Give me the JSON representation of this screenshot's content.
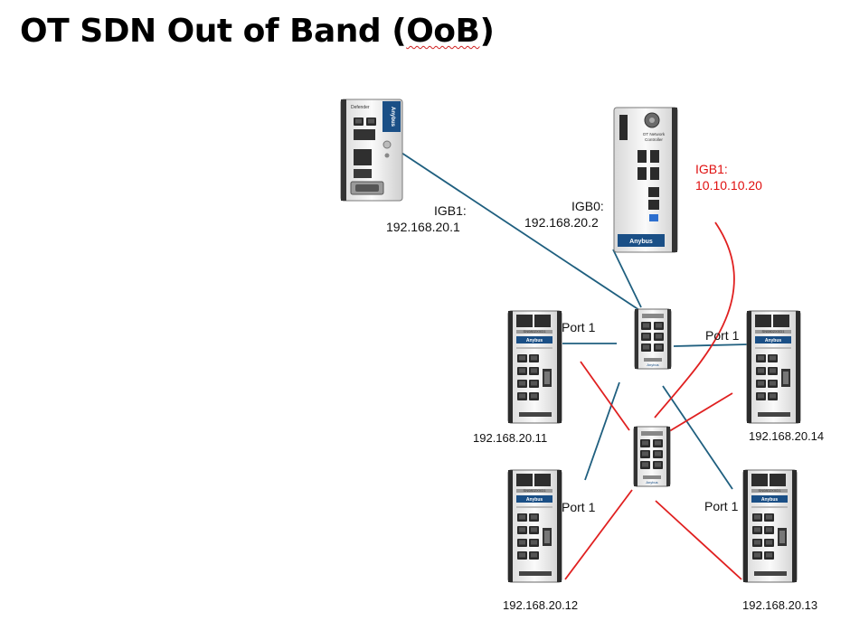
{
  "title": {
    "part1": "OT SDN Out of Band (",
    "part2": "OoB",
    "part3": ")"
  },
  "devices": {
    "defender": {
      "name_label": "Defender",
      "brand": "Anybus",
      "interface": "IGB1:",
      "ip": "192.168.20.1"
    },
    "controller": {
      "name_label_line1": "OT Network",
      "name_label_line2": "Controller",
      "brand": "Anybus",
      "mgmt_interface": "IGB0:",
      "mgmt_ip": "192.168.20.2",
      "oob_interface": "IGB1:",
      "oob_ip": "10.10.10.20"
    },
    "mgmt_switch": {
      "brand": "Anybus"
    },
    "oob_switch": {
      "brand": "Anybus"
    },
    "switches": [
      {
        "model": "SN0802XXD1",
        "brand": "Anybus",
        "port_label": "Port 1",
        "ip": "192.168.20.11"
      },
      {
        "model": "SN0802XXD1",
        "brand": "Anybus",
        "port_label": "Port 1",
        "ip": "192.168.20.14"
      },
      {
        "model": "SN0802XXD1",
        "brand": "Anybus",
        "port_label": "Port 1",
        "ip": "192.168.20.12"
      },
      {
        "model": "SN0802XXD1",
        "brand": "Anybus",
        "port_label": "Port 1",
        "ip": "192.168.20.13"
      }
    ]
  },
  "colors": {
    "management_link": "#1f5f7f",
    "oob_link": "#e02020",
    "oob_text": "#e01010",
    "device_brand": "#1a4f86"
  }
}
